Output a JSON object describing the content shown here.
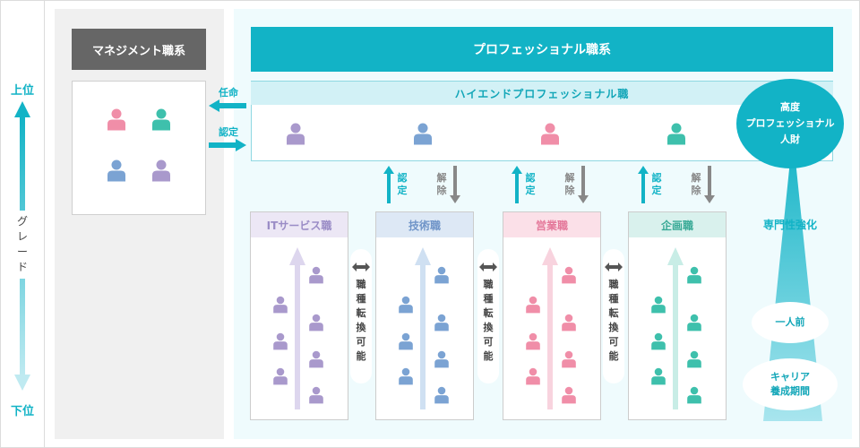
{
  "grade": {
    "top": "上位",
    "bottom": "下位",
    "label": [
      "グ",
      "レ",
      "ー",
      "ド"
    ]
  },
  "management": {
    "title": "マネジメント職系"
  },
  "professional": {
    "title": "プロフェッショナル職系"
  },
  "high_end": {
    "title": "ハイエンドプロフェッショナル職"
  },
  "arrows": {
    "appoint": "任命",
    "certify": "認定"
  },
  "top_talent": {
    "line1": "高度",
    "line2": "プロフェッショナル",
    "line3": "人財"
  },
  "specialization": "専門性強化",
  "full_fledged": "一人前",
  "career": {
    "line1": "キャリア",
    "line2": "養成期間"
  },
  "cert_chars": [
    "認",
    "定"
  ],
  "release_chars": [
    "解",
    "除"
  ],
  "swap_chars": [
    "職",
    "種",
    "転",
    "換",
    "可",
    "能"
  ],
  "columns": [
    {
      "title": "ITサービス職"
    },
    {
      "title": "技術職"
    },
    {
      "title": "営業職"
    },
    {
      "title": "企画職"
    }
  ],
  "colors": {
    "teal": "#12b3c6",
    "pink": "#f08ea8",
    "green": "#3ec0ac",
    "blue": "#7ba3d3",
    "purple": "#a999cc",
    "mgmt": "#666666"
  }
}
